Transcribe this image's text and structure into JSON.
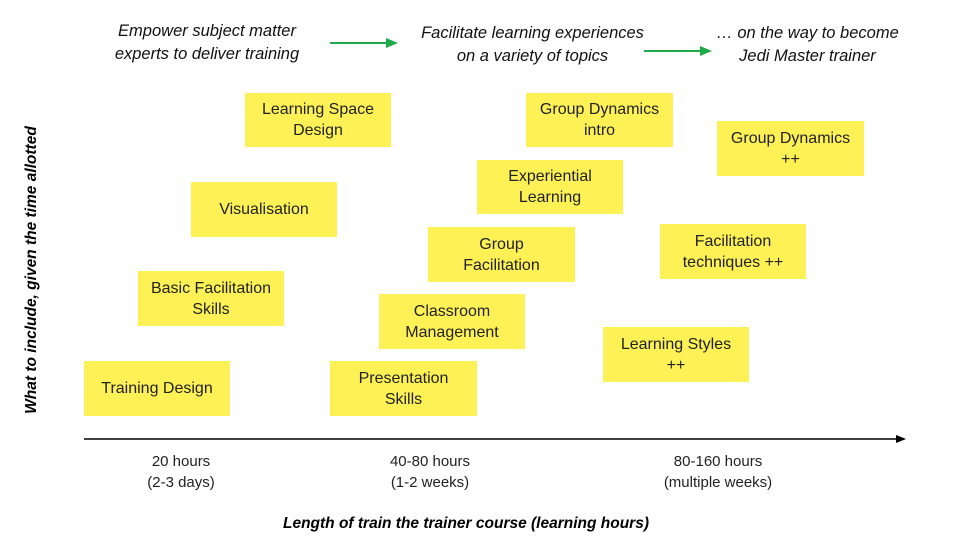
{
  "headers": [
    {
      "line1": "Empower subject matter",
      "line2": "experts to deliver training"
    },
    {
      "line1": "Facilitate learning experiences",
      "line2": "on a variety of topics"
    },
    {
      "line1": "… on the way to become",
      "line2": "Jedi Master trainer"
    }
  ],
  "notes": [
    {
      "line1": "Learning Space",
      "line2": "Design"
    },
    {
      "line1": "Visualisation",
      "line2": ""
    },
    {
      "line1": "Basic Facilitation",
      "line2": "Skills"
    },
    {
      "line1": "Training Design",
      "line2": ""
    },
    {
      "line1": "Group Dynamics",
      "line2": "intro"
    },
    {
      "line1": "Experiential",
      "line2": "Learning"
    },
    {
      "line1": "Group",
      "line2": "Facilitation"
    },
    {
      "line1": "Classroom",
      "line2": "Management"
    },
    {
      "line1": "Presentation",
      "line2": "Skills"
    },
    {
      "line1": "Group Dynamics",
      "line2": "++"
    },
    {
      "line1": "Facilitation",
      "line2": "techniques ++"
    },
    {
      "line1": "Learning Styles",
      "line2": "++"
    }
  ],
  "axis": {
    "y_label": "What to include, given the time allotted",
    "x_label": "Length of train the trainer course (learning hours)",
    "ticks": [
      {
        "line1": "20 hours",
        "line2": "(2-3 days)"
      },
      {
        "line1": "40-80 hours",
        "line2": "(1-2 weeks)"
      },
      {
        "line1": "80-160 hours",
        "line2": "(multiple weeks)"
      }
    ]
  },
  "colors": {
    "note_fill": "#fdf156",
    "arrow_green": "#1faa4a",
    "axis": "#000000"
  }
}
